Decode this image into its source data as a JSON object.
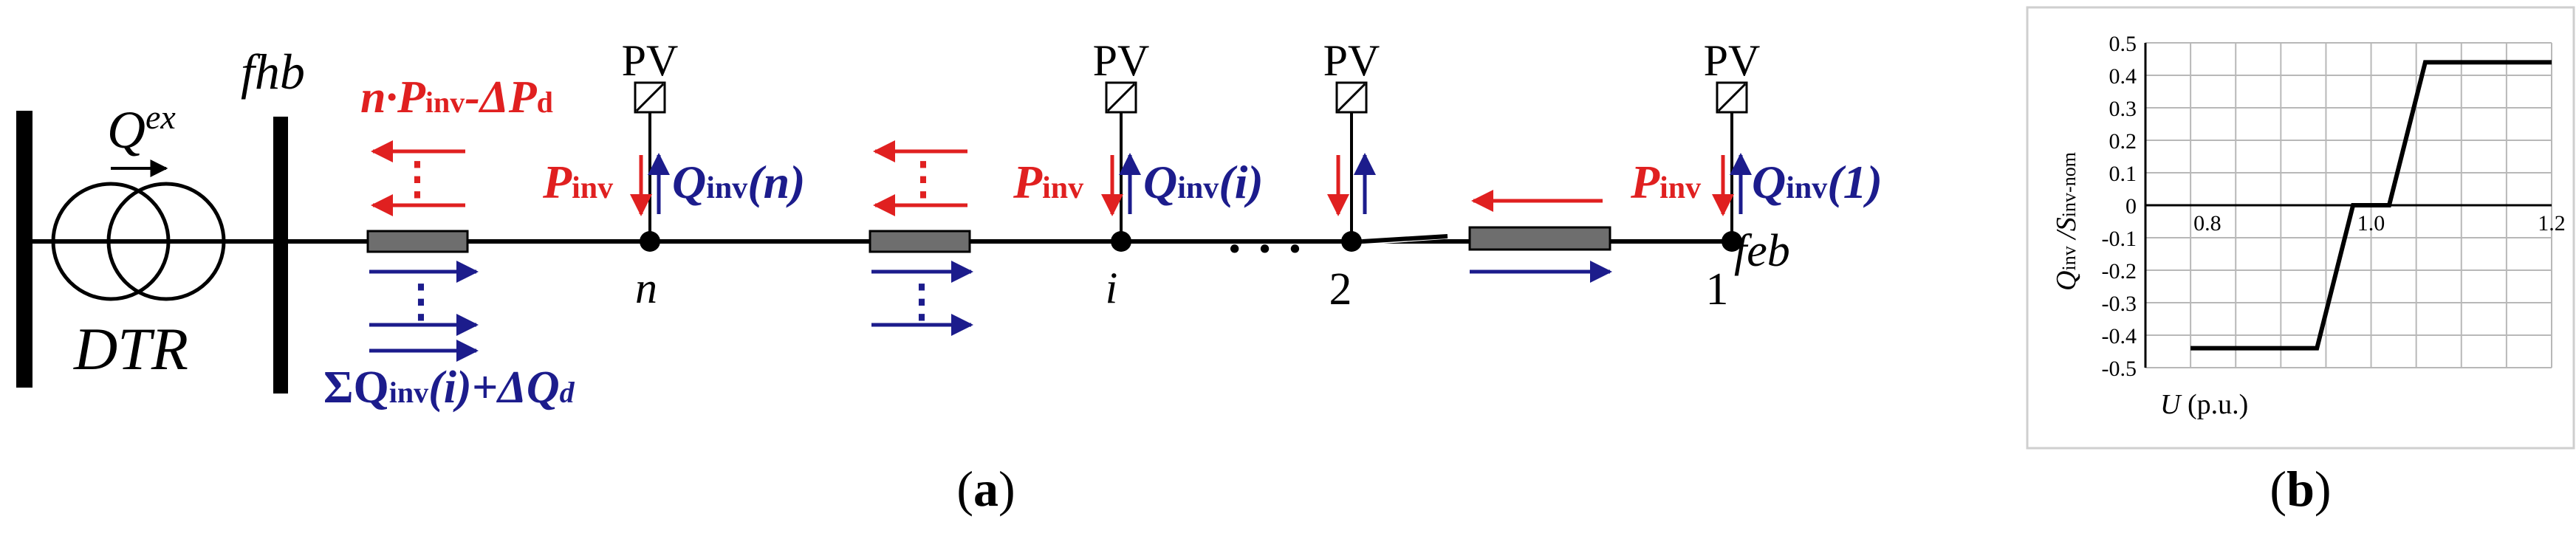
{
  "panel_a": {
    "transformer": {
      "q_main": "Q",
      "q_sup": "ex",
      "label": "DTR"
    },
    "busbar_label": "fhb",
    "end_label": "feb",
    "pv_label": "PV",
    "red_top_main": "n·P",
    "red_top_sub": "inv",
    "red_top_tail": "-ΔP",
    "red_top_tail_sub": "d",
    "blue_bottom_main": "ΣQ",
    "blue_bottom_sub": "inv",
    "blue_bottom_mid": "(i)+ΔQ",
    "blue_bottom_tail_sub": "d",
    "p_main": "P",
    "p_sub": "inv",
    "q_main": "Q",
    "q_sub": "inv",
    "node_n": "n",
    "node_i": "i",
    "node_2": "2",
    "node_1": "1",
    "q_arg_n": "(n)",
    "q_arg_i": "(i)",
    "q_arg_1": "(1)",
    "dots": "· · ·",
    "colors": {
      "red": "#e02020",
      "blue": "#1c1c8c",
      "line": "#000000",
      "box": "#6e6e6e"
    },
    "caption": "(a)"
  },
  "panel_b": {
    "caption": "(b)",
    "y_label_main": "Q",
    "y_label_sub": "inv",
    "y_label_sep": " /S",
    "y_label_sub2": "inv-nom",
    "x_label_main": "U",
    "x_label_unit": " (p.u.)",
    "chart_data": {
      "type": "line",
      "x": [
        0.8,
        0.94,
        0.98,
        1.02,
        1.06,
        1.2
      ],
      "y": [
        -0.44,
        -0.44,
        0,
        0,
        0.44,
        0.44
      ],
      "xlim": [
        0.75,
        1.2
      ],
      "ylim": [
        -0.5,
        0.5
      ],
      "x_ticks": [
        "0.8",
        "1.0",
        "1.2"
      ],
      "x_tick_values": [
        0.8,
        1.0,
        1.2
      ],
      "y_ticks": [
        "0.5",
        "0.4",
        "0.3",
        "0.2",
        "0.1",
        "0",
        "-0.1",
        "-0.2",
        "-0.3",
        "-0.4",
        "-0.5"
      ],
      "y_tick_values": [
        0.5,
        0.4,
        0.3,
        0.2,
        0.1,
        0,
        -0.1,
        -0.2,
        -0.3,
        -0.4,
        -0.5
      ],
      "grid": true
    }
  }
}
